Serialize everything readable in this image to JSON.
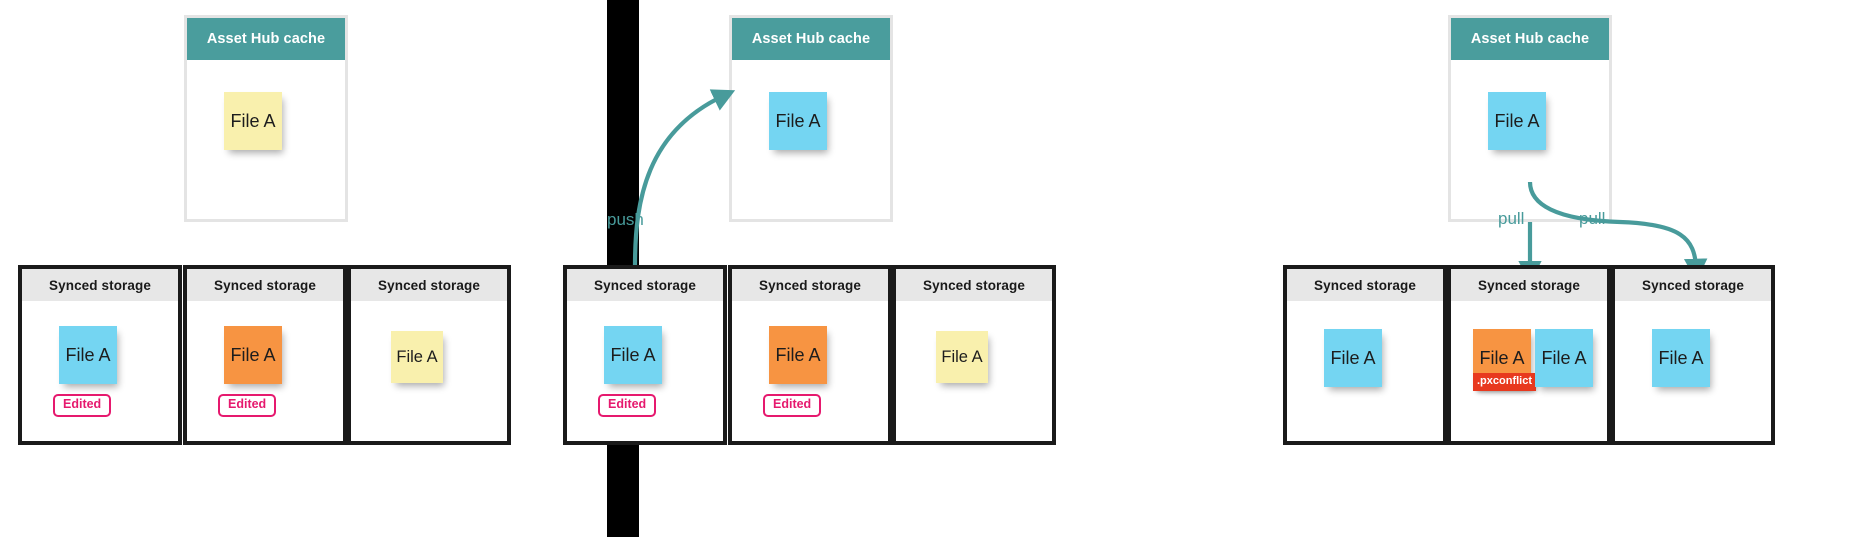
{
  "diagram": {
    "title_hidden": "",
    "labels": {
      "hub_title": "Asset Hub cache",
      "store_title": "Synced storage",
      "file_name": "File A",
      "edited_badge": "Edited",
      "conflict_badge": ".pxconflict",
      "push_label": "push",
      "pull_label": "pull"
    },
    "colors": {
      "hub_header_teal": "#4a9d9d",
      "store_header_gray": "#e7e7e7",
      "note_yellow": "#f9f0ad",
      "note_blue": "#74d5f2",
      "note_orange": "#f79442",
      "badge_pink": "#e6196e",
      "badge_red": "#e8391e",
      "arrow_teal": "#489b9b",
      "divider_black": "#000000",
      "border_black": "#1a1a1a",
      "hub_border_gray": "#e4e4e4"
    },
    "panels": [
      {
        "id": "panel-1-local-edits",
        "hub": {
          "title": "Asset Hub cache",
          "note": {
            "color": "yellow",
            "label": "File A"
          }
        },
        "stores": [
          {
            "title": "Synced storage",
            "notes": [
              {
                "color": "blue",
                "label": "File A"
              }
            ],
            "badge": "Edited"
          },
          {
            "title": "Synced storage",
            "notes": [
              {
                "color": "orange",
                "label": "File A"
              }
            ],
            "badge": "Edited"
          },
          {
            "title": "Synced storage",
            "notes": [
              {
                "color": "yellow",
                "label": "File A"
              }
            ],
            "badge": null
          }
        ],
        "arrows": []
      },
      {
        "id": "panel-2-push",
        "hub": {
          "title": "Asset Hub cache",
          "note": {
            "color": "blue",
            "label": "File A"
          }
        },
        "stores": [
          {
            "title": "Synced storage",
            "notes": [
              {
                "color": "blue",
                "label": "File A"
              }
            ],
            "badge": "Edited"
          },
          {
            "title": "Synced storage",
            "notes": [
              {
                "color": "orange",
                "label": "File A"
              }
            ],
            "badge": "Edited"
          },
          {
            "title": "Synced storage",
            "notes": [
              {
                "color": "yellow",
                "label": "File A"
              }
            ],
            "badge": null
          }
        ],
        "arrows": [
          {
            "label": "push",
            "direction": "up-right",
            "from": "store-1",
            "to": "hub"
          }
        ]
      },
      {
        "id": "panel-3-pull-conflict",
        "hub": {
          "title": "Asset Hub cache",
          "note": {
            "color": "blue",
            "label": "File A"
          }
        },
        "stores": [
          {
            "title": "Synced storage",
            "notes": [
              {
                "color": "blue",
                "label": "File A"
              }
            ],
            "badge": null
          },
          {
            "title": "Synced storage",
            "notes": [
              {
                "color": "orange",
                "label": "File A",
                "conflict": ".pxconflict"
              },
              {
                "color": "blue",
                "label": "File A"
              }
            ],
            "badge": null
          },
          {
            "title": "Synced storage",
            "notes": [
              {
                "color": "blue",
                "label": "File A"
              }
            ],
            "badge": null
          }
        ],
        "arrows": [
          {
            "label": "pull",
            "direction": "down",
            "from": "hub",
            "to": "store-2"
          },
          {
            "label": "pull",
            "direction": "down-right",
            "from": "hub",
            "to": "store-3"
          }
        ]
      }
    ]
  }
}
